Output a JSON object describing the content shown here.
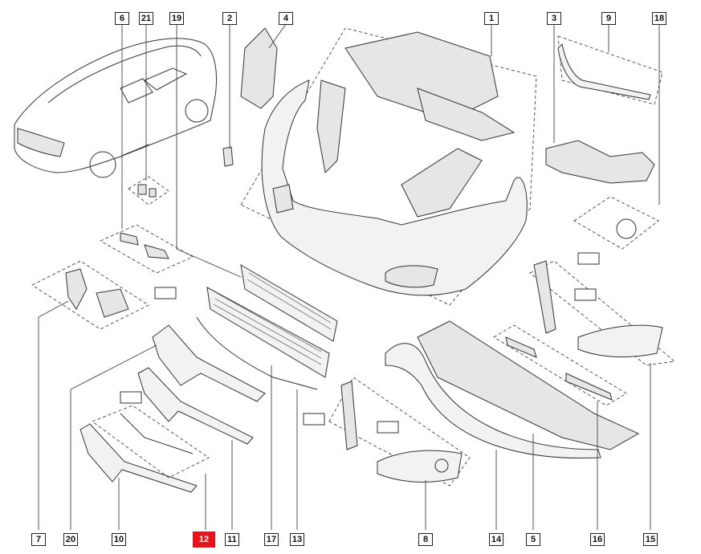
{
  "diagram": {
    "highlight_color": "#e8141b",
    "callouts": [
      {
        "id": "c6",
        "label": "6"
      },
      {
        "id": "c21",
        "label": "21"
      },
      {
        "id": "c19",
        "label": "19"
      },
      {
        "id": "c2",
        "label": "2"
      },
      {
        "id": "c4",
        "label": "4"
      },
      {
        "id": "c1",
        "label": "1"
      },
      {
        "id": "c3",
        "label": "3"
      },
      {
        "id": "c9",
        "label": "9"
      },
      {
        "id": "c18",
        "label": "18"
      },
      {
        "id": "c7",
        "label": "7"
      },
      {
        "id": "c20",
        "label": "20"
      },
      {
        "id": "c10",
        "label": "10"
      },
      {
        "id": "c12",
        "label": "12",
        "highlighted": true
      },
      {
        "id": "c11",
        "label": "11"
      },
      {
        "id": "c17",
        "label": "17"
      },
      {
        "id": "c13",
        "label": "13"
      },
      {
        "id": "c8",
        "label": "8"
      },
      {
        "id": "c14",
        "label": "14"
      },
      {
        "id": "c5",
        "label": "5"
      },
      {
        "id": "c16",
        "label": "16"
      },
      {
        "id": "c15",
        "label": "15"
      }
    ]
  }
}
